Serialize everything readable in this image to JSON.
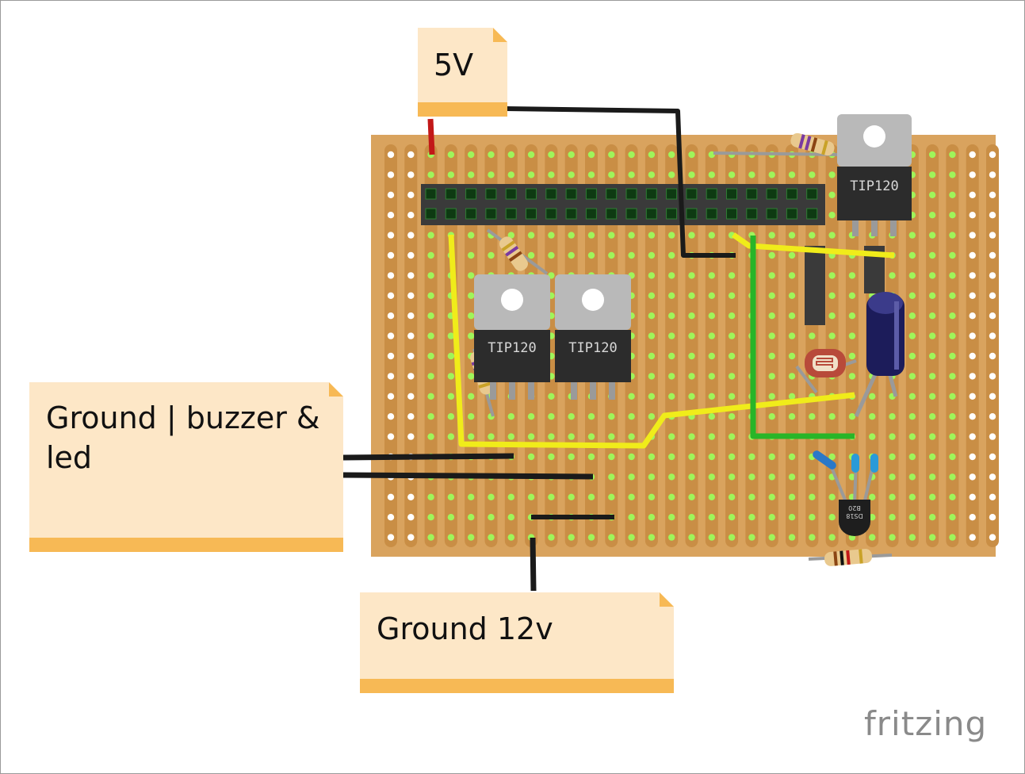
{
  "notes": {
    "five_v": "5V",
    "ground_buzzer_led": "Ground | buzzer & led",
    "ground_12v": "Ground 12v"
  },
  "components": {
    "transistor_label": "TIP120",
    "sensor_label_top": "DS18",
    "sensor_label_bottom": "B20"
  },
  "branding": {
    "logo": "fritzing"
  },
  "colors": {
    "board": "#d9a35e",
    "hole_ring": "#ffffff",
    "hole_active": "#9ff55a",
    "wire_black": "#1a1a1a",
    "wire_yellow": "#f0ec1a",
    "wire_green": "#28b528",
    "wire_red": "#c21818",
    "note_bg": "#fde7c7",
    "note_bar": "#f7b955",
    "transistor_metal": "#b9b9b9",
    "transistor_body": "#2c2c2c"
  }
}
